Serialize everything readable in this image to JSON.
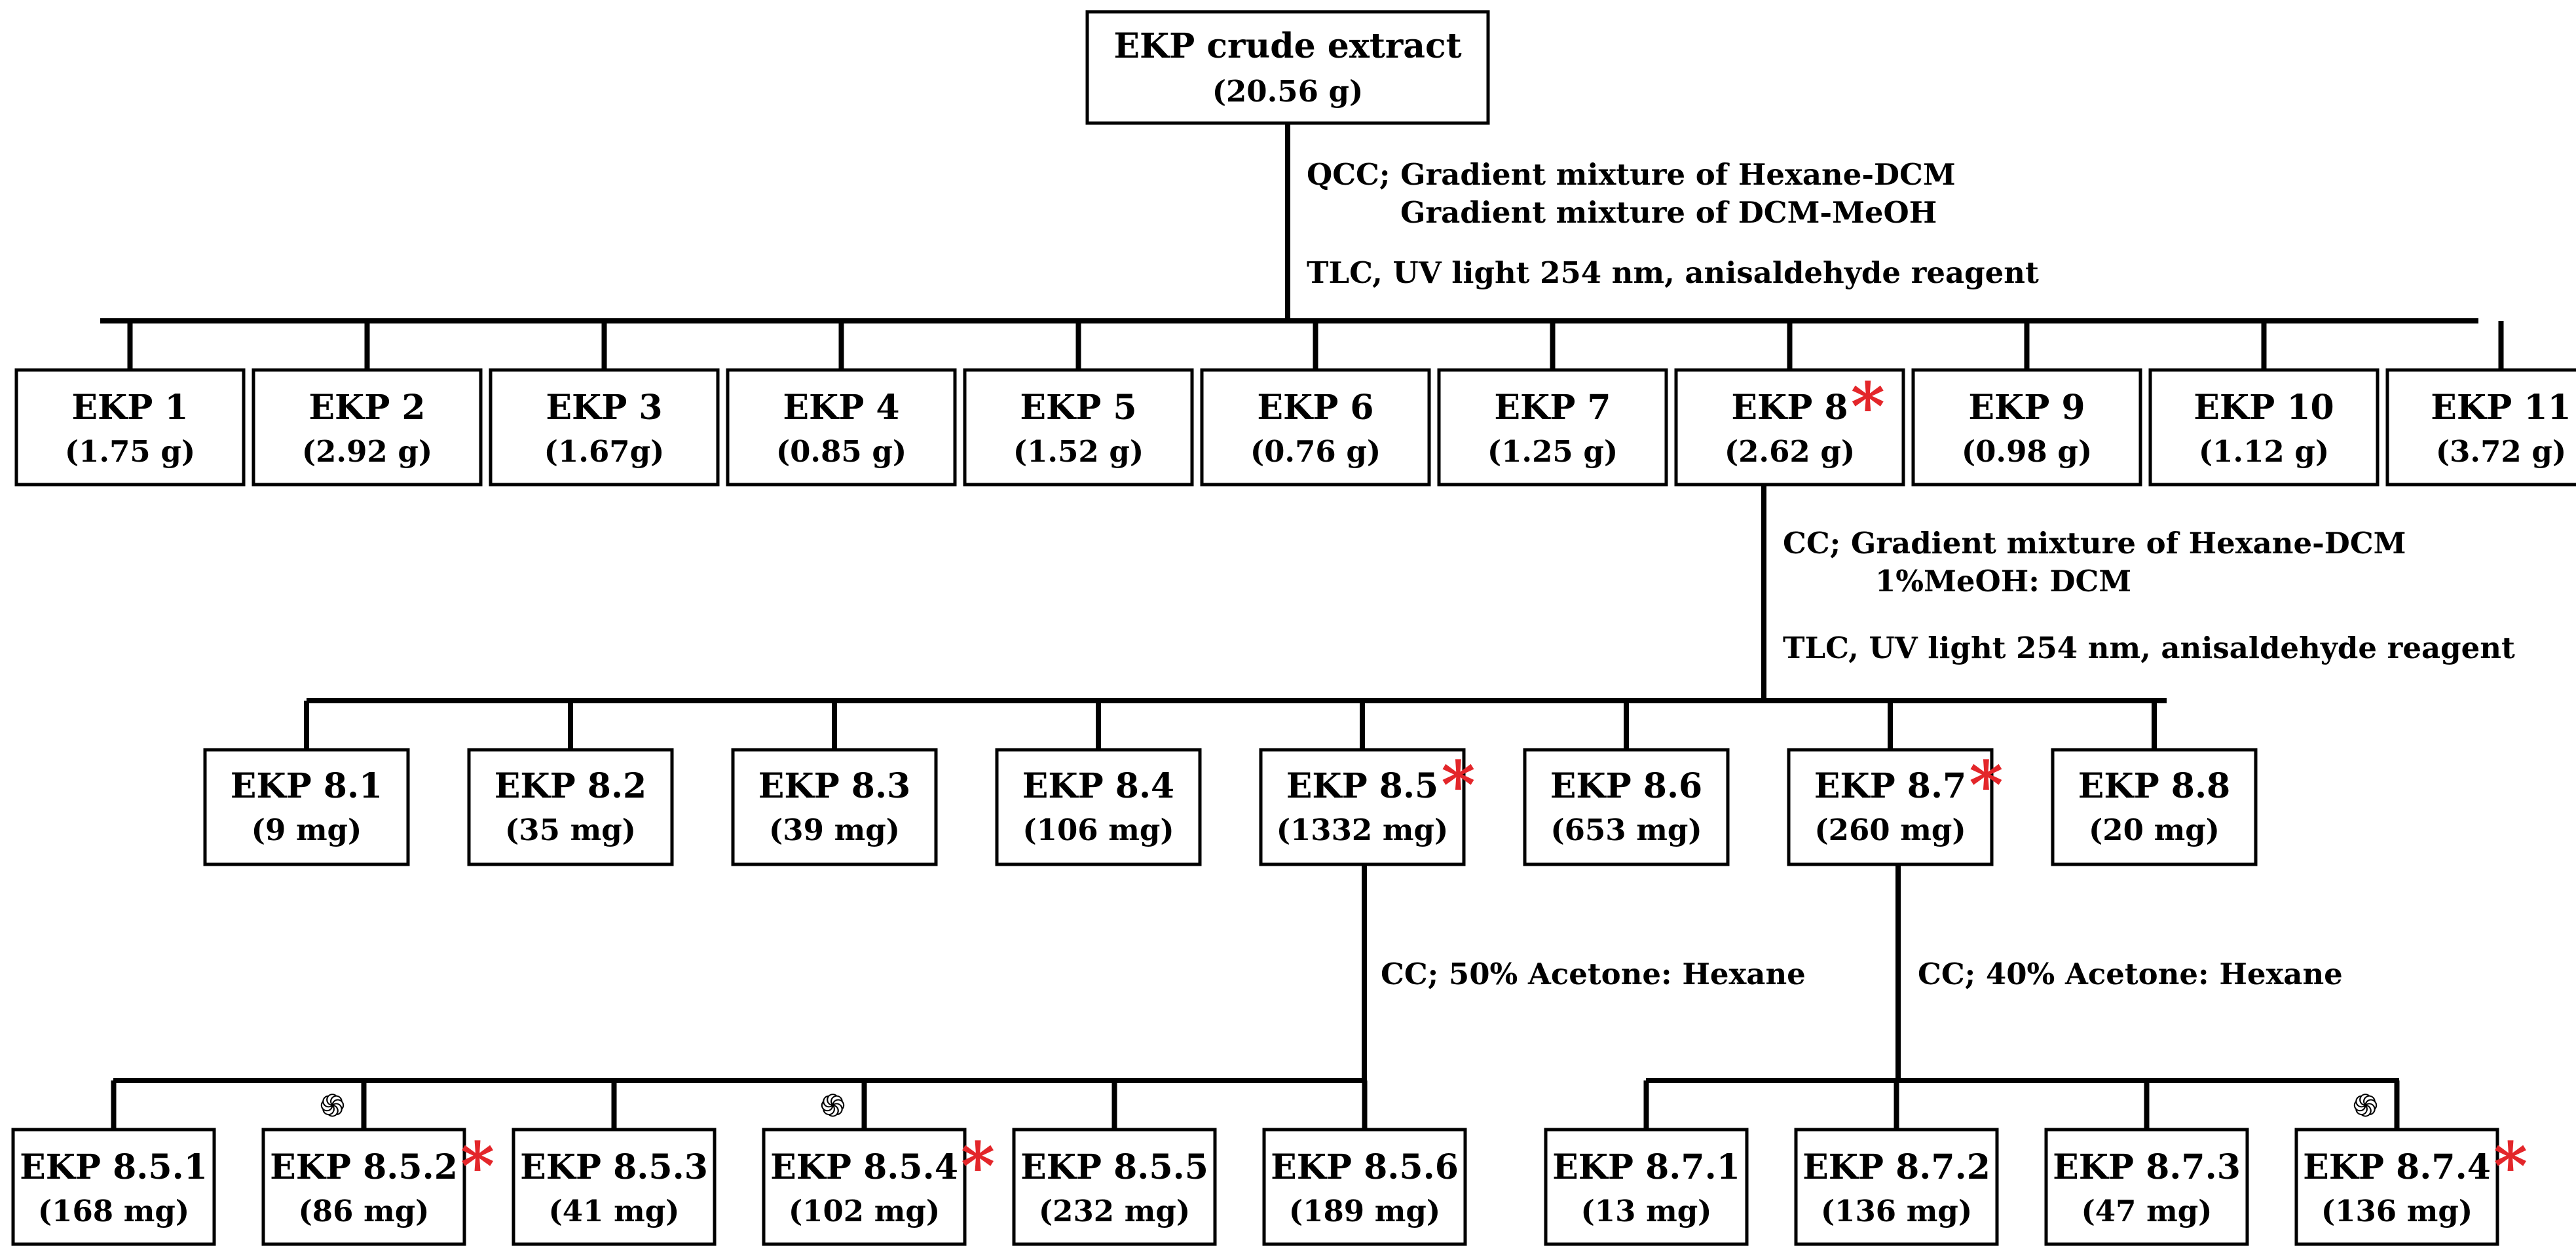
{
  "root": {
    "name": "EKP crude extract",
    "mass": "(20.56 g)"
  },
  "step1": {
    "method": "QCC; Gradient mixture of Hexane-DCM",
    "method2": "Gradient mixture of DCM-MeOH",
    "detection": "TLC, UV light 254 nm, anisaldehyde reagent"
  },
  "level1": [
    {
      "name": "EKP 1",
      "mass": "(1.75 g)"
    },
    {
      "name": "EKP 2",
      "mass": "(2.92 g)"
    },
    {
      "name": "EKP 3",
      "mass": "(1.67g)"
    },
    {
      "name": "EKP 4",
      "mass": "(0.85 g)"
    },
    {
      "name": "EKP 5",
      "mass": "(1.52 g)"
    },
    {
      "name": "EKP 6",
      "mass": "(0.76 g)"
    },
    {
      "name": "EKP 7",
      "mass": "(1.25 g)"
    },
    {
      "name": "EKP 8",
      "mass": "(2.62 g)",
      "active": true
    },
    {
      "name": "EKP 9",
      "mass": "(0.98 g)"
    },
    {
      "name": "EKP 10",
      "mass": "(1.12 g)"
    },
    {
      "name": "EKP 11",
      "mass": "(3.72 g)"
    }
  ],
  "step2": {
    "method": "CC; Gradient mixture of Hexane-DCM",
    "method2": "1%MeOH: DCM",
    "detection": "TLC, UV light 254 nm, anisaldehyde reagent"
  },
  "level2": [
    {
      "name": "EKP 8.1",
      "mass": "(9 mg)"
    },
    {
      "name": "EKP 8.2",
      "mass": "(35 mg)"
    },
    {
      "name": "EKP 8.3",
      "mass": "(39 mg)"
    },
    {
      "name": "EKP 8.4",
      "mass": "(106 mg)"
    },
    {
      "name": "EKP 8.5",
      "mass": "(1332 mg)",
      "active": true
    },
    {
      "name": "EKP 8.6",
      "mass": "(653 mg)"
    },
    {
      "name": "EKP 8.7",
      "mass": "(260 mg)",
      "active": true
    },
    {
      "name": "EKP 8.8",
      "mass": "(20 mg)"
    }
  ],
  "step3a": {
    "method": "CC; 50% Acetone: Hexane"
  },
  "step3b": {
    "method": "CC; 40% Acetone: Hexane"
  },
  "level3a": [
    {
      "name": "EKP 8.5.1",
      "mass": "(168 mg)"
    },
    {
      "name": "EKP 8.5.2",
      "mass": "(86 mg)",
      "active": true,
      "spiral": true
    },
    {
      "name": "EKP 8.5.3",
      "mass": "(41 mg)"
    },
    {
      "name": "EKP 8.5.4",
      "mass": "(102 mg)",
      "active": true,
      "spiral": true
    },
    {
      "name": "EKP 8.5.5",
      "mass": "(232 mg)"
    },
    {
      "name": "EKP 8.5.6",
      "mass": "(189 mg)"
    }
  ],
  "level3b": [
    {
      "name": "EKP 8.7.1",
      "mass": "(13 mg)"
    },
    {
      "name": "EKP 8.7.2",
      "mass": "(136 mg)"
    },
    {
      "name": "EKP 8.7.3",
      "mass": "(47 mg)"
    },
    {
      "name": "EKP 8.7.4",
      "mass": "(136 mg)",
      "active": true,
      "spiral": true
    }
  ],
  "markers": {
    "active_symbol": "*",
    "active_color": "#e3262a",
    "spiral_symbol": "֍",
    "spiral_icon": "spiral-icon"
  }
}
